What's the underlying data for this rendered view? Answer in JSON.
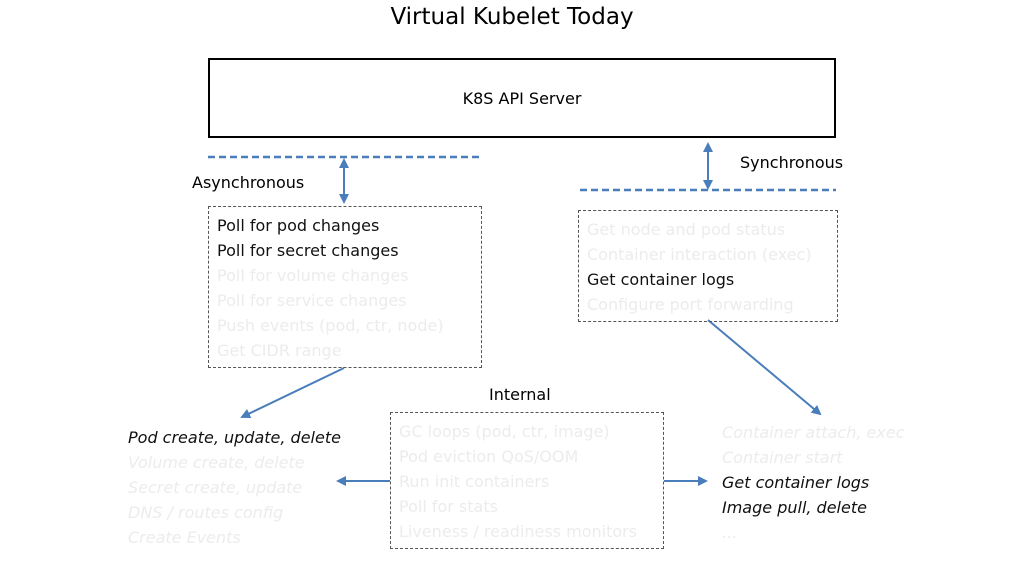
{
  "title": "Virtual Kubelet Today",
  "api_server": "K8S API Server",
  "labels": {
    "async": "Asynchronous",
    "sync": "Synchronous",
    "internal": "Internal"
  },
  "async_items": [
    {
      "text": "Poll for pod changes",
      "faded": false
    },
    {
      "text": "Poll for secret changes",
      "faded": false
    },
    {
      "text": "Poll for volume changes",
      "faded": true
    },
    {
      "text": "Poll for service changes",
      "faded": true
    },
    {
      "text": "Push events (pod, ctr, node)",
      "faded": true
    },
    {
      "text": "Get CIDR range",
      "faded": true
    }
  ],
  "sync_items": [
    {
      "text": "Get node and pod status",
      "faded": true
    },
    {
      "text": "Container interaction (exec)",
      "faded": true
    },
    {
      "text": "Get container logs",
      "faded": false
    },
    {
      "text": "Configure port forwarding",
      "faded": true
    }
  ],
  "internal_items": [
    {
      "text": "GC loops (pod, ctr, image)",
      "faded": true
    },
    {
      "text": "Pod eviction QoS/OOM",
      "faded": true
    },
    {
      "text": "Run init containers",
      "faded": true
    },
    {
      "text": "Poll for stats",
      "faded": true
    },
    {
      "text": "Liveness / readiness monitors",
      "faded": true
    }
  ],
  "left_items": [
    {
      "text": "Pod create, update, delete",
      "faded": false
    },
    {
      "text": "Volume create, delete",
      "faded": true
    },
    {
      "text": "Secret create, update",
      "faded": true
    },
    {
      "text": "DNS / routes config",
      "faded": true
    },
    {
      "text": "Create Events",
      "faded": true
    }
  ],
  "right_items": [
    {
      "text": "Container attach, exec",
      "faded": true
    },
    {
      "text": "Container start",
      "faded": true
    },
    {
      "text": "Get container logs",
      "faded": false
    },
    {
      "text": "Image pull, delete",
      "faded": false
    },
    {
      "text": "...",
      "faded": true
    }
  ],
  "colors": {
    "arrow": "#4a7ebb",
    "faded_text": "#ececec",
    "dark_text": "#111111"
  }
}
